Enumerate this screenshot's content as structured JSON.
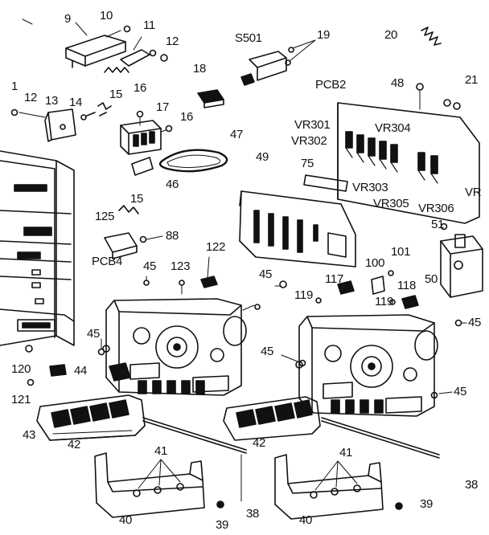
{
  "labels": {
    "l9": "9",
    "l10": "10",
    "l11": "11",
    "l12a": "12",
    "l1": "1",
    "l12b": "12",
    "l13": "13",
    "l14": "14",
    "l15a": "15",
    "l16a": "16",
    "l17": "17",
    "l16b": "16",
    "l18": "18",
    "lS501": "S501",
    "l19": "19",
    "l20": "20",
    "l21": "21",
    "l48": "48",
    "lPCB2": "PCB2",
    "lVR301": "VR301",
    "lVR304": "VR304",
    "lVR302": "VR302",
    "l75": "75",
    "lVR303": "VR303",
    "lVR305": "VR305",
    "lVR306": "VR306",
    "lVR": "VR",
    "l47": "47",
    "l46": "46",
    "l49": "49",
    "l15b": "15",
    "l125": "125",
    "l88": "88",
    "lPCB4": "PCB4",
    "l122": "122",
    "l45a": "45",
    "l123": "123",
    "l45b": "45",
    "l117": "117",
    "l119a": "119",
    "l100": "100",
    "l101": "101",
    "l118": "118",
    "l119b": "119",
    "l51": "51",
    "l50": "50",
    "l45c": "45",
    "l45d": "45",
    "l45e": "45",
    "l45f": "45",
    "l120": "120",
    "l44": "44",
    "l121": "121",
    "l43": "43",
    "l42a": "42",
    "l42b": "42",
    "l41a": "41",
    "l41b": "41",
    "l38a": "38",
    "l38b": "38",
    "l40a": "40",
    "l40b": "40",
    "l39a": "39",
    "l39b": "39"
  }
}
